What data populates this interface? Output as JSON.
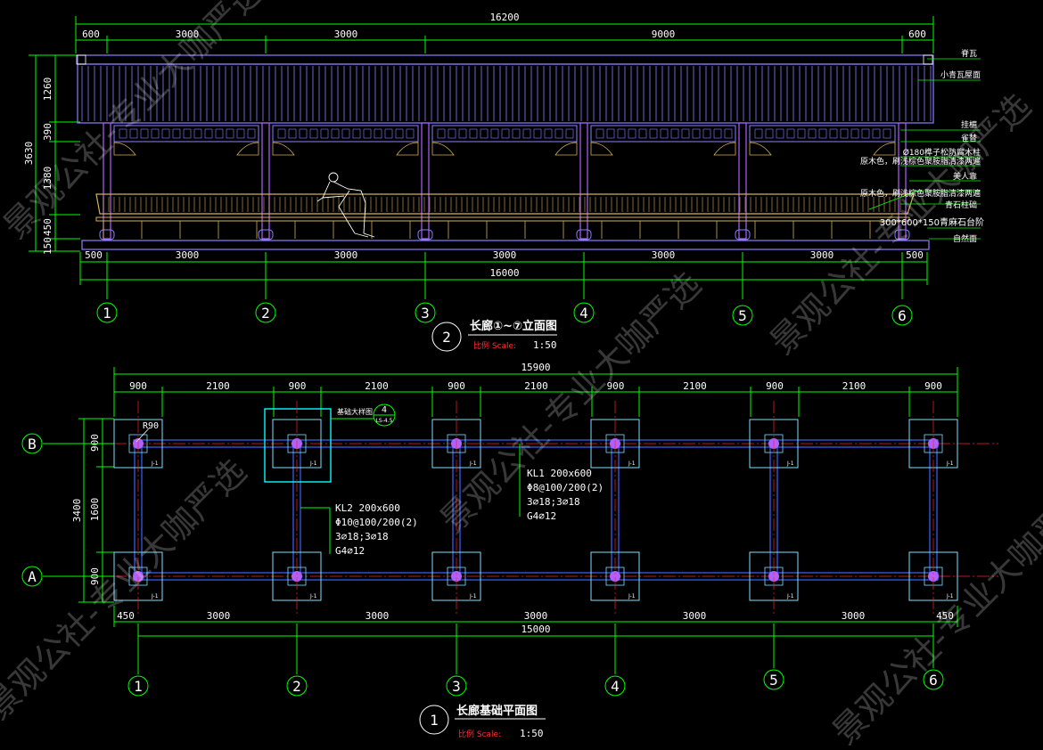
{
  "elevation": {
    "top_dims": {
      "total": "16200",
      "segments": [
        "600",
        "3000",
        "3000",
        "9000",
        "600"
      ]
    },
    "left_dims": {
      "total": "3630",
      "segments": [
        "1260",
        "390",
        "1380",
        "450",
        "150"
      ]
    },
    "bottom_dims": {
      "total": "16000",
      "segments": [
        "500",
        "3000",
        "3000",
        "3000",
        "3000",
        "3000",
        "500"
      ]
    },
    "grid_labels": [
      "1",
      "2",
      "3",
      "4",
      "5",
      "6"
    ],
    "callouts": [
      "脊瓦",
      "小青瓦屋面",
      "挂楣",
      "雀替",
      "Ø180榫子松防腐木柱",
      "原木色，刷浅棕色聚胺脂清漆两遍",
      "美人靠",
      "原木色，刷浅棕色聚胺脂清漆两遍",
      "青石柱础",
      "300*600*150青麻石台阶",
      "自然面"
    ],
    "title": {
      "number": "2",
      "text": "长廊①~⑦立面图",
      "scale_label": "比例 Scale:",
      "scale_value": "1:50"
    }
  },
  "plan": {
    "top_dims": {
      "total": "15900",
      "segments": [
        "900",
        "2100",
        "900",
        "2100",
        "900",
        "2100",
        "900",
        "2100",
        "900",
        "2100",
        "900"
      ]
    },
    "left_dims": {
      "total": "3400",
      "segments": [
        "900",
        "1600",
        "900"
      ]
    },
    "bottom_dims": {
      "total": "15000",
      "segments": [
        "450",
        "3000",
        "3000",
        "3000",
        "3000",
        "3000",
        "450"
      ]
    },
    "row_labels": [
      "B",
      "A"
    ],
    "grid_labels": [
      "1",
      "2",
      "3",
      "4",
      "5",
      "6"
    ],
    "radius_note": "R90",
    "footing_tag": "J-1",
    "detail_callout": {
      "text": "基础大样图",
      "number": "4",
      "sheet": "LS-4.5"
    },
    "kl1": [
      "KL1 200x600",
      "Φ8@100/200(2)",
      "3⌀18;3⌀18",
      "G4⌀12"
    ],
    "kl2": [
      "KL2 200x600",
      "Φ10@100/200(2)",
      "3⌀18;3⌀18",
      "G4⌀12"
    ],
    "title": {
      "number": "1",
      "text": "长廊基础平面图",
      "scale_label": "比例 Scale:",
      "scale_value": "1:50"
    }
  },
  "watermark": {
    "text": "景观公社-专业大咖严选"
  },
  "colors": {
    "dim_line": "#00ff00",
    "roof": "#8b7fff",
    "timber": "#d4b056",
    "footing": "#7fdfff",
    "beam": "#3a66ff",
    "column": "#b060ff",
    "axis": "#ff2020",
    "detail_box": "#00ffff"
  }
}
